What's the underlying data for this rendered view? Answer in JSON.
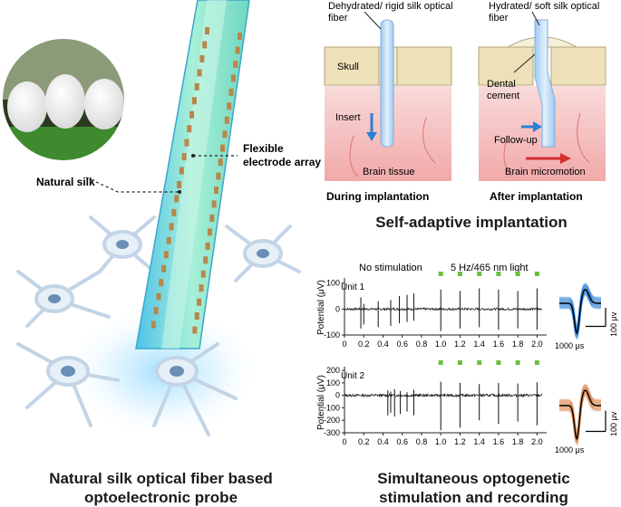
{
  "left_panel": {
    "label_silk": "Natural silk",
    "label_array_line1": "Flexible",
    "label_array_line2": "electrode array",
    "caption_line1": "Natural silk optical fiber based",
    "caption_line2": "optoelectronic probe"
  },
  "implant_panel": {
    "left_fiber_line1": "Dehydrated/ rigid silk optical",
    "left_fiber_line2": "fiber",
    "right_fiber_line1": "Hydrated/ soft silk optical",
    "right_fiber_line2": "fiber",
    "skull": "Skull",
    "insert": "Insert",
    "brain_tissue": "Brain tissue",
    "dental_line1": "Dental",
    "dental_line2": "cement",
    "follow_up": "Follow-up",
    "brain_micromotion": "Brain micromotion",
    "during": "During implantation",
    "after": "After implantation",
    "title": "Self-adaptive implantation"
  },
  "recording_panel": {
    "no_stim": "No stimulation",
    "stim": "5 Hz/465 nm light",
    "unit1": "Unit 1",
    "unit2": "Unit 2",
    "ylabel": "Potential (μV)",
    "scale_v": "100 μv",
    "scale_t": "1000 μs",
    "caption_line1": "Simultaneous optogenetic",
    "caption_line2": "stimulation and recording",
    "stim_color": "#6abf3a",
    "unit1_color": "#2b7fd6",
    "unit2_color": "#d9874a"
  },
  "chart_data": [
    {
      "type": "line",
      "title": "Unit 1",
      "xlabel": "",
      "ylabel": "Potential (μV)",
      "xlim": [
        0,
        2.1
      ],
      "ylim": [
        -100,
        120
      ],
      "x_ticks": [
        0,
        0.2,
        0.4,
        0.6,
        0.8,
        1.0,
        1.2,
        1.4,
        1.6,
        1.8,
        2.0
      ],
      "y_ticks": [
        100,
        0,
        -100
      ],
      "x_tick_labels": [
        "0",
        "0.2",
        "0.4",
        "0.6",
        "0.8",
        "1.0",
        "1.2",
        "1.4",
        "1.6",
        "1.8",
        "2.0"
      ],
      "y_tick_labels": [
        "100",
        "0",
        "-100"
      ],
      "stim_pulses": [
        1.0,
        1.2,
        1.4,
        1.6,
        1.8,
        2.0
      ],
      "spikes": [
        {
          "t": 0.17,
          "up": 45,
          "down": -75
        },
        {
          "t": 0.2,
          "up": 20,
          "down": -60
        },
        {
          "t": 0.35,
          "up": 30,
          "down": -70
        },
        {
          "t": 0.48,
          "up": 35,
          "down": -65
        },
        {
          "t": 0.57,
          "up": 50,
          "down": -55
        },
        {
          "t": 0.65,
          "up": 55,
          "down": -50
        },
        {
          "t": 0.72,
          "up": 60,
          "down": -45
        },
        {
          "t": 1.0,
          "up": 75,
          "down": -85
        },
        {
          "t": 1.2,
          "up": 70,
          "down": -75
        },
        {
          "t": 1.4,
          "up": 80,
          "down": -70
        },
        {
          "t": 1.6,
          "up": 75,
          "down": -80
        },
        {
          "t": 1.8,
          "up": 70,
          "down": -75
        },
        {
          "t": 2.0,
          "up": 80,
          "down": -80
        }
      ]
    },
    {
      "type": "line",
      "title": "Unit 2",
      "xlabel": "",
      "ylabel": "Potential (μV)",
      "xlim": [
        0,
        2.1
      ],
      "ylim": [
        -300,
        230
      ],
      "x_ticks": [
        0,
        0.2,
        0.4,
        0.6,
        0.8,
        1.0,
        1.2,
        1.4,
        1.6,
        1.8,
        2.0
      ],
      "y_ticks": [
        200,
        100,
        0,
        -100,
        -200,
        -300
      ],
      "x_tick_labels": [
        "0",
        "0.2",
        "0.4",
        "0.6",
        "0.8",
        "1.0",
        "1.2",
        "1.4",
        "1.6",
        "1.8",
        "2.0"
      ],
      "y_tick_labels": [
        "200",
        "100",
        "0",
        "-100",
        "-200",
        "-300"
      ],
      "stim_pulses": [
        1.0,
        1.2,
        1.4,
        1.6,
        1.8,
        2.0
      ],
      "spikes": [
        {
          "t": 0.45,
          "up": 40,
          "down": -160
        },
        {
          "t": 0.48,
          "up": 30,
          "down": -140
        },
        {
          "t": 0.52,
          "up": 50,
          "down": -170
        },
        {
          "t": 0.58,
          "up": 35,
          "down": -150
        },
        {
          "t": 0.65,
          "up": 25,
          "down": -130
        },
        {
          "t": 0.72,
          "up": 45,
          "down": -160
        },
        {
          "t": 1.0,
          "up": 110,
          "down": -280
        },
        {
          "t": 1.2,
          "up": 100,
          "down": -260
        },
        {
          "t": 1.4,
          "up": 90,
          "down": -200
        },
        {
          "t": 1.6,
          "up": 100,
          "down": -230
        },
        {
          "t": 1.8,
          "up": 95,
          "down": -210
        },
        {
          "t": 2.0,
          "up": 105,
          "down": -240
        }
      ]
    }
  ]
}
